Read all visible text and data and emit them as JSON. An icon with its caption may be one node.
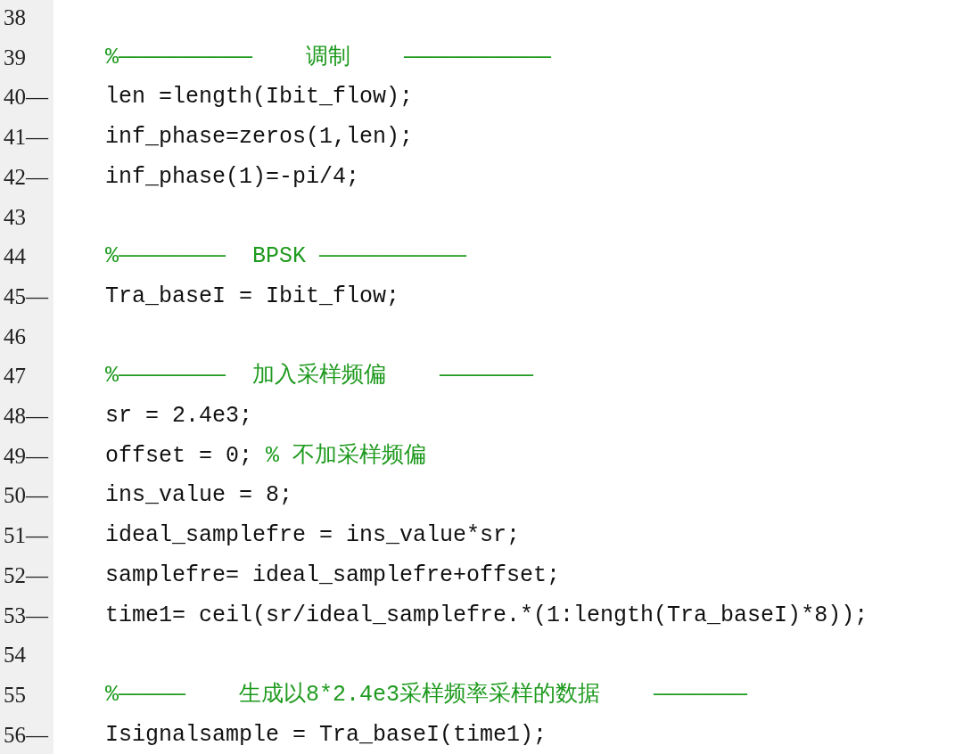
{
  "diagram": {
    "labels": [
      "38",
      "39",
      "%——————————    调制    ———————————",
      "40—",
      "len =length(Ibit_flow);",
      "41—",
      "inf_phase=zeros(1,len);",
      "42—",
      "inf_phase(1)=-pi/4;",
      "43",
      "44",
      "%————————  BPSK ———————————",
      "45—",
      "Tra_baseI = Ibit_flow;",
      "46",
      "47",
      "%————————  加入采样频偏    ———————",
      "48—",
      "sr = 2.4e3;",
      "49—",
      "offset = 0;",
      "% 不加采样频偏",
      "50—",
      "ins_value = 8;",
      "51—",
      "ideal_samplefre = ins_value*sr;",
      "52—",
      "samplefre= ideal_samplefre+offset;",
      "53—",
      "time1= ceil(sr/ideal_samplefre.*(1:length(Tra_baseI)*8));",
      "54",
      "55",
      "%—————    生成以8*2.4e3采样频率采样的数据    ———————",
      "56—",
      "Isignalsample = Tra_baseI(time1);"
    ]
  }
}
